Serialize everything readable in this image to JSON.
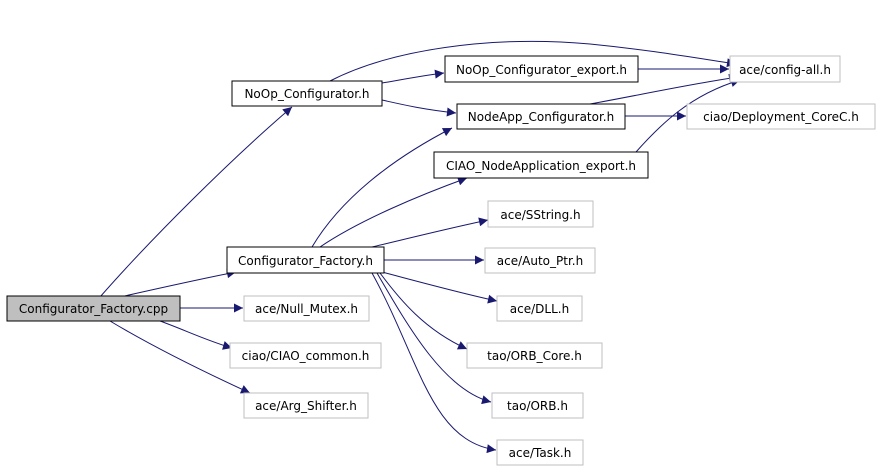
{
  "colors": {
    "edge": "#191970",
    "node_border_local": "#000000",
    "node_border_external": "#bfbfbf",
    "root_fill": "#bfbfbf",
    "node_fill": "#ffffff"
  },
  "nodes": {
    "configurator_factory_cpp": "Configurator_Factory.cpp",
    "noop_configurator_h": "NoOp_Configurator.h",
    "configurator_factory_h": "Configurator_Factory.h",
    "ace_null_mutex_h": "ace/Null_Mutex.h",
    "ciao_ciao_common_h": "ciao/CIAO_common.h",
    "ace_arg_shifter_h": "ace/Arg_Shifter.h",
    "noop_configurator_export_h": "NoOp_Configurator_export.h",
    "nodeapp_configurator_h": "NodeApp_Configurator.h",
    "ciao_nodeapplication_export_h": "CIAO_NodeApplication_export.h",
    "ace_sstring_h": "ace/SString.h",
    "ace_auto_ptr_h": "ace/Auto_Ptr.h",
    "ace_dll_h": "ace/DLL.h",
    "tao_orb_core_h": "tao/ORB_Core.h",
    "tao_orb_h": "tao/ORB.h",
    "ace_task_h": "ace/Task.h",
    "ace_config_all_h": "ace/config-all.h",
    "ciao_deployment_corec_h": "ciao/Deployment_CoreC.h"
  }
}
